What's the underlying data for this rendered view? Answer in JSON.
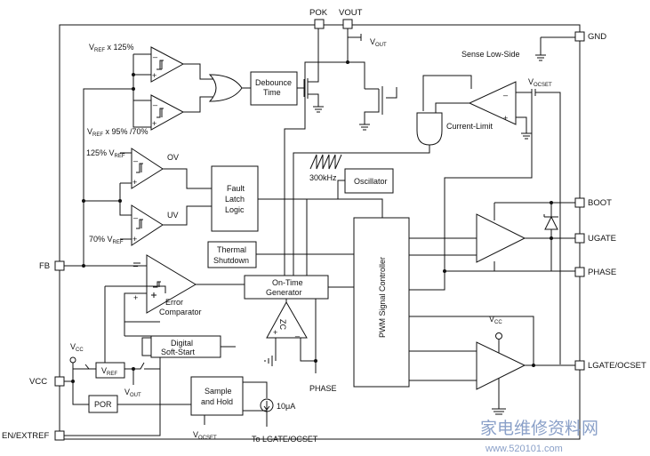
{
  "pins": {
    "pok": "POK",
    "vout": "VOUT",
    "gnd": "GND",
    "boot": "BOOT",
    "ugate": "UGATE",
    "phase": "PHASE",
    "lgate": "LGATE/OCSET",
    "fb": "FB",
    "vcc": "VCC",
    "en": "EN/EXTREF"
  },
  "blocks": {
    "debounce": [
      "Debounce",
      "Time"
    ],
    "fault": [
      "Fault",
      "Latch",
      "Logic"
    ],
    "oscillator": "Oscillator",
    "thermal": [
      "Thermal",
      "Shutdown"
    ],
    "ontime": [
      "On-Time",
      "Generator"
    ],
    "pwm": "PWM Signal Controller",
    "softstart": [
      "Digital",
      "Soft-Start"
    ],
    "sample": [
      "Sample",
      "and Hold"
    ],
    "por": "POR",
    "vref": "V",
    "vref_sub": "REF"
  },
  "labels": {
    "vref_high": "V",
    "vref_high_sub": "REF",
    "vref_high_rest": " x 125%",
    "vref_low": "V",
    "vref_low_sub": "REF",
    "vref_low_rest": " x 95% /70%",
    "ov_ref": "125% V",
    "ov_ref_sub": "REF",
    "ov": "OV",
    "uv_ref": "70% V",
    "uv_ref_sub": "REF",
    "uv": "UV",
    "freq": "300kHz",
    "error_comp": [
      "Error",
      "Comparator"
    ],
    "zc": "ZC",
    "phase_in": "PHASE",
    "sense": "Sense Low-Side",
    "vocset": "V",
    "vocset_sub": "OCSET",
    "current_limit": "Current-Limit",
    "vout_top": "V",
    "vout_top_sub": "OUT",
    "vcc_left": "V",
    "vcc_left_sub": "CC",
    "vcc_right": "V",
    "vcc_right_sub": "CC",
    "vout_bottom": "V",
    "vout_bottom_sub": "OUT",
    "current_src": "10μA",
    "vocset_bottom": "V",
    "vocset_bottom_sub": "OCSET",
    "to_lgate": "To LGATE/OCSET"
  },
  "watermark": {
    "chinese": "家电维修资料网",
    "url": "www.520101.com"
  }
}
